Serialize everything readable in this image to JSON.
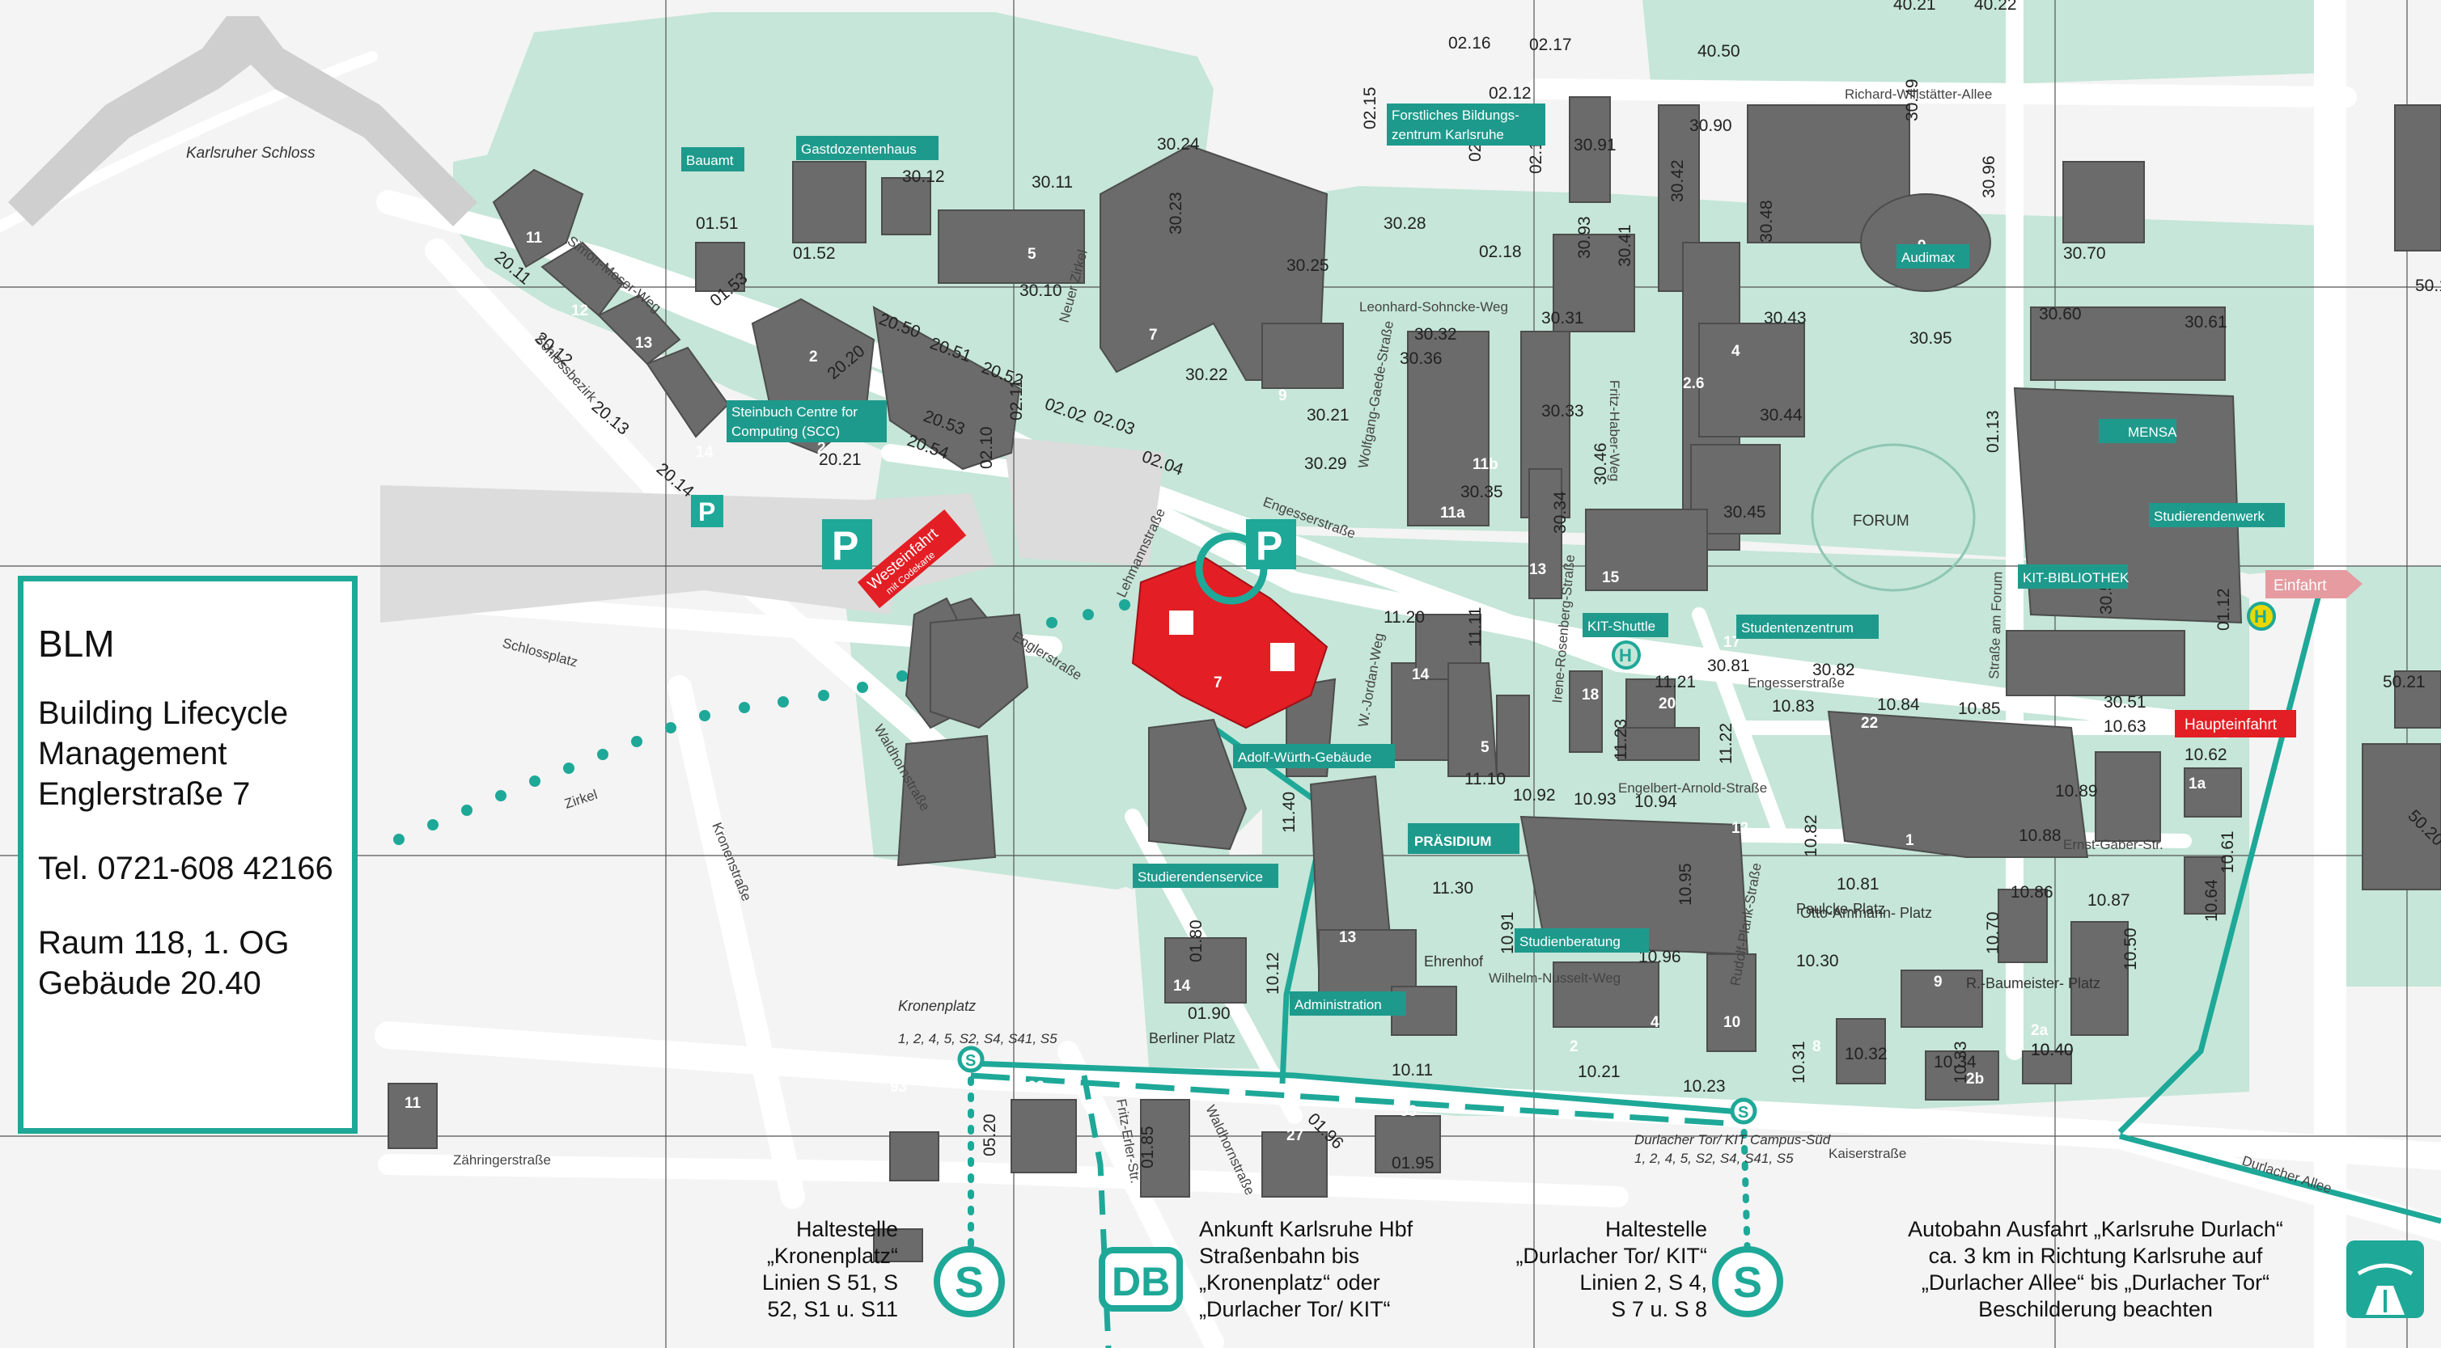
{
  "info_box": {
    "title": "BLM",
    "line1": "Building Lifecycle",
    "line2": "Management",
    "line3": "Englerstraße 7",
    "phone": "Tel. 0721-608 42166",
    "room": "Raum  118, 1. OG",
    "building": "Gebäude 20.40"
  },
  "places": {
    "schloss": "Karlsruher Schloss",
    "forum": "FORUM",
    "ehrenhof": "Ehrenhof",
    "berliner_platz": "Berliner Platz",
    "otto_ammann": "Otto-Ammann-\nPlatz",
    "r_baumeister": "R.-Baumeister-\nPlatz",
    "paulcke": "Paulcke-Platz",
    "kronenplatz_stop": "Kronenplatz",
    "kronenplatz_lines": "1, 2, 4, 5, S2, S4, S41, S5",
    "durlacher_stop": "Durlacher Tor/ KIT Campus-Süd",
    "durlacher_lines": "1, 2, 4, 5, S2, S4, S41, S5",
    "westeinfahrt": "Westeinfahrt",
    "westeinfahrt_sub": "mit Codekarte",
    "haupteinfahrt": "Haupteinfahrt",
    "einfahrt": "Einfahrt"
  },
  "streets": {
    "richard_willstaetter": "Richard-Willstätter-Allee",
    "simon_moser": "Simon-Moser-Weg",
    "schlossbezirk": "Schlossbezirk",
    "neuer_zirkel": "Neuer Zirkel",
    "lehmann": "Lehmannstraße",
    "engesser1": "Engesserstraße",
    "engesser2": "Engesserstraße",
    "engler": "Englerstraße",
    "zirkel": "Zirkel",
    "schlossplatz": "Schlossplatz",
    "waldhorn1": "Waldhornstraße",
    "waldhorn2": "Waldhornstraße",
    "kronen": "Kronenstraße",
    "zaehringer": "Zähringerstraße",
    "fritz_erler": "Fritz-Erler-Str.",
    "kaiser": "Kaiserstraße",
    "durlacher_allee": "Durlacher Allee",
    "leonhard": "Leonhard-Sohncke-Weg",
    "wolfgang_gaede": "Wolfgang-Gaede-Straße",
    "fritz_haber": "Fritz-Haber-Weg",
    "irene_rosenberg": "Irene-Rosenberg-Straße",
    "w_jordan": "W.-Jordan-Weg",
    "engelbert_arnold": "Engelbert-Arnold-Straße",
    "rudolf_plank": "Rudolf-Plank-Straße",
    "wilhelm_nusselt": "Wilhelm-Nusselt-Weg",
    "ernst_gaber": "Ernst-Gaber-Str.",
    "strasse_am_forum": "Straße am Forum"
  },
  "tags": {
    "bauamt": "Bauamt",
    "gastdozentenhaus": "Gastdozentenhaus",
    "forstliches1": "Forstliches Bildungs-",
    "forstliches2": "zentrum Karlsruhe",
    "audimax": "Audimax",
    "scc1": "Steinbuch Centre for",
    "scc2": "Computing (SCC)",
    "mensa": "MENSA",
    "studierendenwerk": "Studierendenwerk",
    "kit_bibliothek": "KIT-BIBLIOTHEK",
    "kit_shuttle": "KIT-Shuttle",
    "studentenzentrum": "Studentenzentrum",
    "adolf_wuerth": "Adolf-Würth-Gebäude",
    "praesidium": "PRÄSIDIUM",
    "studierendenservice": "Studierendenservice",
    "studienberatung": "Studienberatung",
    "administration": "Administration"
  },
  "building_ids": [
    "40.50",
    "40.21",
    "40.22",
    "02.16",
    "02.17",
    "02.12",
    "02.15",
    "02.14",
    "02.13",
    "30.91",
    "30.90",
    "30.49",
    "30.24",
    "30.12",
    "30.11",
    "01.51",
    "01.52",
    "30.10",
    "30.23",
    "30.25",
    "30.28",
    "02.18",
    "30.93",
    "30.41",
    "30.42",
    "30.48",
    "30.96",
    "30.70",
    "20.11",
    "20.12",
    "20.13",
    "20.14",
    "01.53",
    "20.20",
    "20.50",
    "20.51",
    "20.52",
    "20.53",
    "20.54",
    "20.21",
    "02.10",
    "02.11",
    "02.02",
    "02.03",
    "02.04",
    "30.22",
    "30.21",
    "30.29",
    "30.32",
    "30.31",
    "30.36",
    "30.33",
    "30.35",
    "30.34",
    "30.46",
    "30.43",
    "30.44",
    "30.45",
    "30.95",
    "30.60",
    "30.61",
    "01.13",
    "30.50",
    "01.12",
    "30.81",
    "30.82",
    "10.40",
    "11.20",
    "11.11",
    "11.21",
    "11.23",
    "11.22",
    "11.10",
    "10.92",
    "10.93",
    "10.94",
    "10.83",
    "10.84",
    "10.85",
    "30.51",
    "10.63",
    "10.62",
    "10.89",
    "10.88",
    "10.82",
    "10.91",
    "10.95",
    "10.96",
    "10.81",
    "10.86",
    "10.87",
    "10.70",
    "10.61",
    "10.64",
    "10.50",
    "11.30",
    "11.40",
    "10.12",
    "01.80",
    "01.90",
    "10.30",
    "10.32",
    "10.31",
    "10.34",
    "10.33",
    "10.40",
    "10.11",
    "10.21",
    "10.23",
    "05.20",
    "01.85",
    "01.96",
    "01.95",
    "50.21",
    "50.20",
    "50.1"
  ],
  "captions": {
    "kronen_1": "Haltestelle",
    "kronen_2": "„Kronenplatz“",
    "kronen_3": "Linien S 51, S",
    "kronen_4": "52, S1 u. S11",
    "hbf_1": "Ankunft Karlsruhe Hbf",
    "hbf_2": "Straßenbahn bis",
    "hbf_3": "„Kronenplatz“ oder",
    "hbf_4": "„Durlacher Tor/ KIT“",
    "durl_1": "Haltestelle",
    "durl_2": "„Durlacher Tor/ KIT“",
    "durl_3": "Linien 2, S 4,",
    "durl_4": "S 7 u. S 8",
    "auto_1": "Autobahn Ausfahrt „Karlsruhe Durlach“",
    "auto_2": "ca. 3 km in Richtung Karlsruhe auf",
    "auto_3": "„Durlacher Allee“ bis „Durlacher Tor“",
    "auto_4": "Beschilderung beachten"
  },
  "icons": {
    "parking": "P",
    "sbahn": "S",
    "db": "DB",
    "bus": "H"
  },
  "colors": {
    "campus_green": "#c5e6d8",
    "teal": "#1ea898",
    "building": "#6b6b6b",
    "highlight": "#e31e24",
    "road": "#eeeeee"
  }
}
